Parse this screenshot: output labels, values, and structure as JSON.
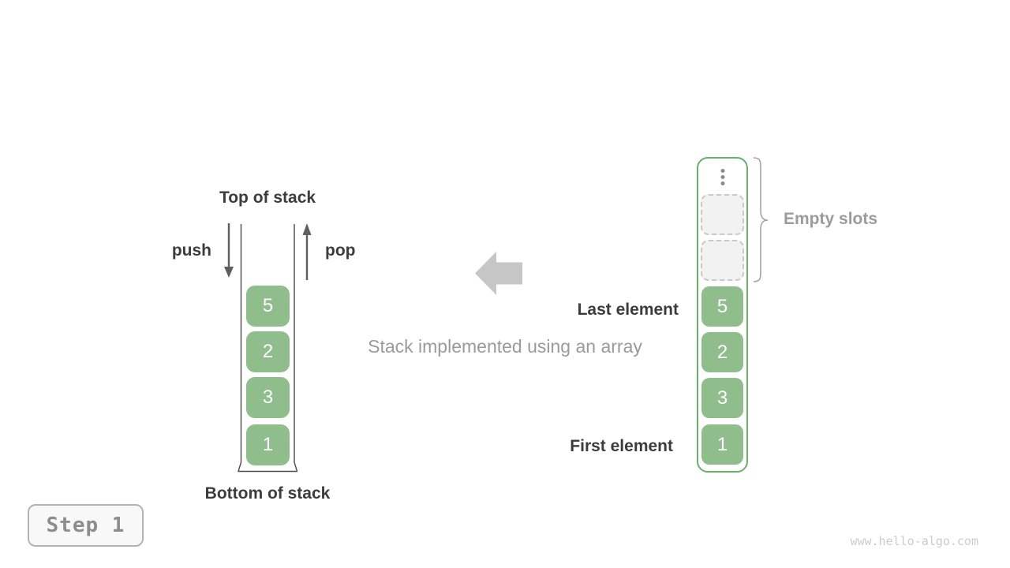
{
  "figure": {
    "caption": "Stack implemented using an array",
    "step_badge": "Step 1",
    "watermark": "www.hello-algo.com"
  },
  "stack": {
    "top_label": "Top of stack",
    "bottom_label": "Bottom of stack",
    "push_label": "push",
    "pop_label": "pop",
    "values": [
      "5",
      "2",
      "3",
      "1"
    ]
  },
  "array": {
    "values": [
      "5",
      "2",
      "3",
      "1"
    ],
    "empty_slot_count": 2,
    "empty_slots_label": "Empty slots",
    "last_element_label": "Last element",
    "first_element_label": "First element"
  },
  "colors": {
    "cell_green": "#8fbe8c",
    "array_border_green": "#68b168",
    "dark_text": "#3c3c3c",
    "gray_text": "#9b9b9b",
    "block_arrow_gray": "#c6c6c6",
    "arrow_line_gray": "#5f5f5f",
    "watermark_gray": "#cbcbcb"
  }
}
